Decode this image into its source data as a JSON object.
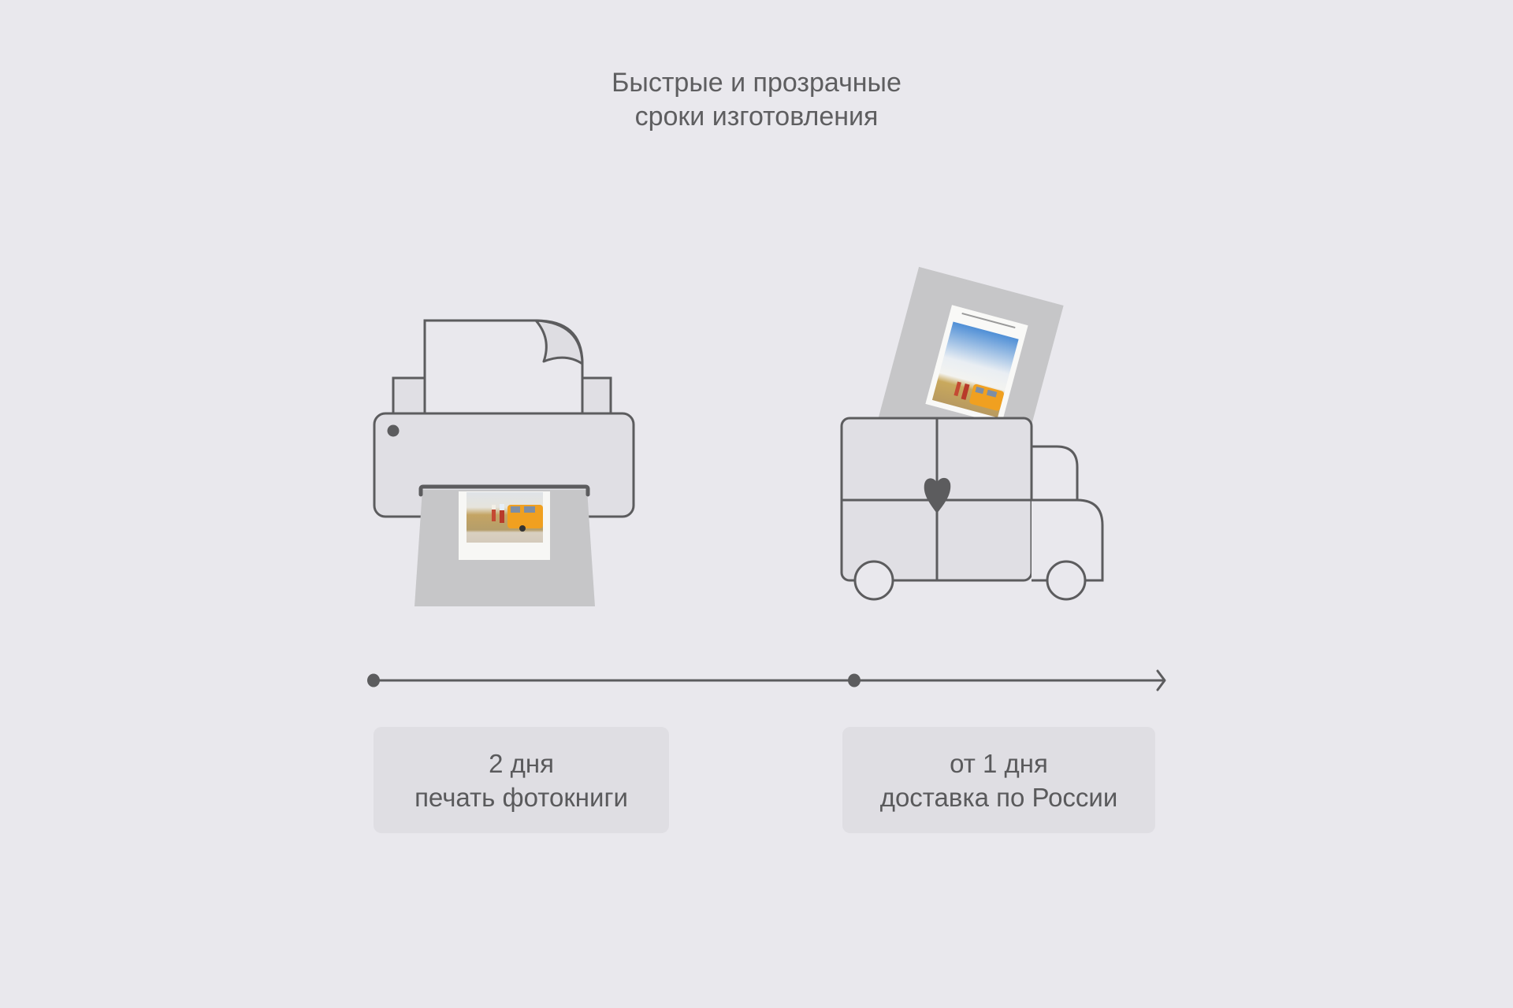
{
  "title": {
    "line1": "Быстрые и прозрачные",
    "line2": "сроки изготовления"
  },
  "illustrations": {
    "printer": {
      "icon": "printer-icon",
      "content": "photobook-printing"
    },
    "truck": {
      "icon": "delivery-truck-icon",
      "content": "photobook-in-truck",
      "emblem": "heart-icon"
    }
  },
  "timeline": {
    "stages": [
      {
        "duration": "2 дня",
        "description": "печать фотокниги"
      },
      {
        "duration": "от 1 дня",
        "description": "доставка по России"
      }
    ],
    "end_marker": "arrow-right-icon"
  },
  "colors": {
    "background": "#e9e8ed",
    "stroke": "#5c5c5e",
    "fill_light": "#e0dfe4",
    "book_cover": "#c6c6c8",
    "label_bg": "#dfdee3",
    "text": "#5a5a5c"
  }
}
